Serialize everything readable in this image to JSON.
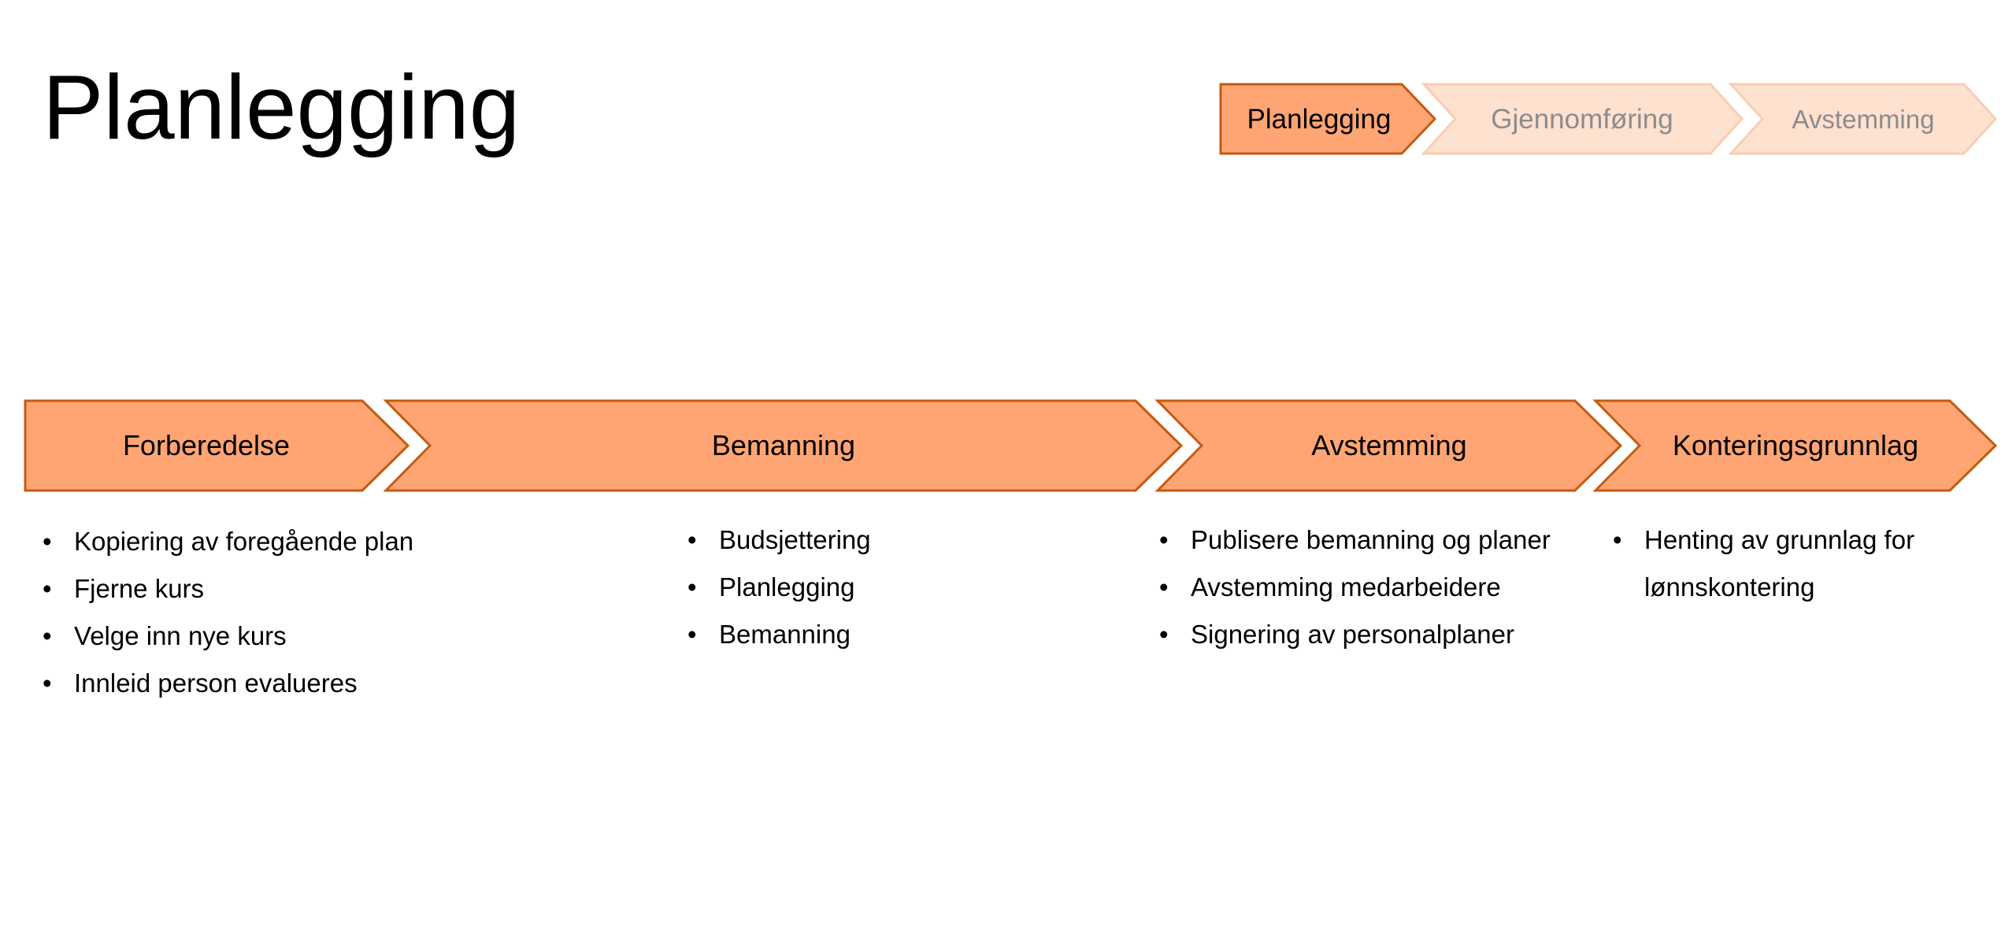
{
  "page": {
    "title": "Planlegging"
  },
  "progress": {
    "steps": [
      {
        "label": "Planlegging",
        "state": "active"
      },
      {
        "label": "Gjennomføring",
        "state": "inactive"
      },
      {
        "label": "Avstemming",
        "state": "inactive"
      }
    ]
  },
  "process": {
    "stages": [
      {
        "label": "Forberedelse",
        "items": [
          "Kopiering av foregående plan",
          "Fjerne kurs",
          "Velge inn nye kurs",
          "Innleid person evalueres"
        ]
      },
      {
        "label": "Bemanning",
        "items": [
          "Budsjettering",
          "Planlegging",
          "Bemanning"
        ]
      },
      {
        "label": "Avstemming",
        "items": [
          "Publisere bemanning og planer",
          "Avstemming medarbeidere",
          "Signering av personalplaner"
        ]
      },
      {
        "label": "Konteringsgrunnlag",
        "items": [
          "Henting av grunnlag for lønnskontering"
        ]
      }
    ]
  },
  "colors": {
    "chevron_fill": "#ffa574",
    "chevron_stroke": "#c55a11",
    "inactive_fill": "#ffe1d0",
    "inactive_stroke": "#f9cdb2",
    "inactive_text": "#8c8c8c",
    "text": "#000000"
  }
}
